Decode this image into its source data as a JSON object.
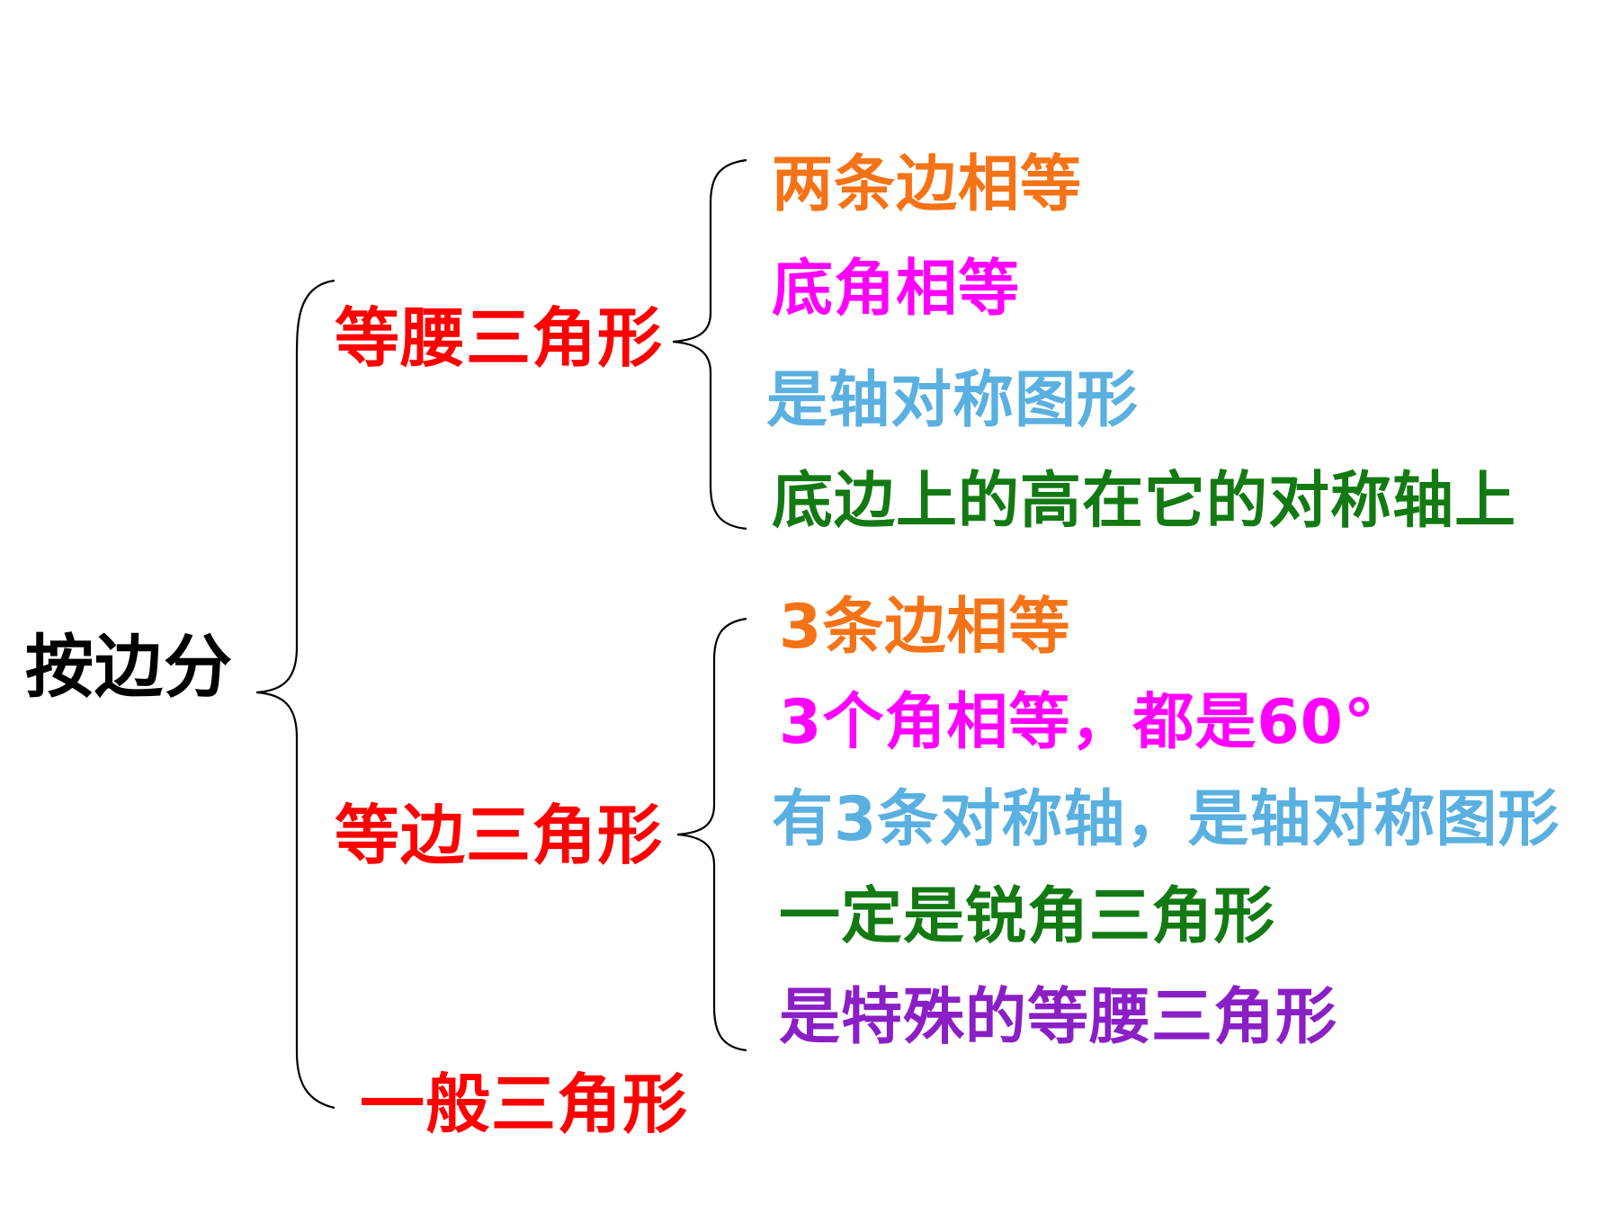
{
  "colors": {
    "black": "#000000",
    "red": "#ff0000",
    "orange": "#f57317",
    "magenta": "#ff00ff",
    "lightblue": "#5ab0e0",
    "green": "#137a13",
    "purple": "#8a1fc6"
  },
  "root": {
    "label": "按边分"
  },
  "categories": [
    {
      "label": "等腰三角形",
      "properties": [
        {
          "text": "两条边相等",
          "color": "#f57317"
        },
        {
          "text": "底角相等",
          "color": "#ff00ff"
        },
        {
          "text": "是轴对称图形",
          "color": "#5ab0e0"
        },
        {
          "text": "底边上的高在它的对称轴上",
          "color": "#137a13"
        }
      ]
    },
    {
      "label": "等边三角形",
      "properties": [
        {
          "text": "3条边相等",
          "color": "#f57317"
        },
        {
          "text": "3个角相等，都是60°",
          "color": "#ff00ff"
        },
        {
          "text": "有3条对称轴，是轴对称图形",
          "color": "#5ab0e0"
        },
        {
          "text": "一定是锐角三角形",
          "color": "#137a13"
        },
        {
          "text": "是特殊的等腰三角形",
          "color": "#8a1fc6"
        }
      ]
    },
    {
      "label": "一般三角形",
      "properties": []
    }
  ]
}
